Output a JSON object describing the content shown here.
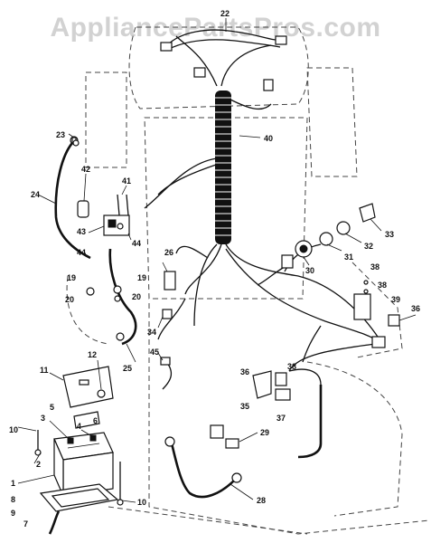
{
  "watermark": "AppliancePartsPros.com",
  "callouts": {
    "c1": "1",
    "c2": "2",
    "c3": "3",
    "c4": "4",
    "c5": "5",
    "c6": "6",
    "c7": "7",
    "c8": "8",
    "c9": "9",
    "c10a": "10",
    "c10b": "10",
    "c11": "11",
    "c12": "12",
    "c19a": "19",
    "c19b": "19",
    "c20a": "20",
    "c20b": "20",
    "c22": "22",
    "c23": "23",
    "c24": "24",
    "c25": "25",
    "c26": "26",
    "c28": "28",
    "c29": "29",
    "c30": "30",
    "c31": "31",
    "c32": "32",
    "c33": "33",
    "c34": "34",
    "c35": "35",
    "c36a": "36",
    "c36b": "36",
    "c37": "37",
    "c38a": "38",
    "c38b": "38",
    "c38c": "38",
    "c39": "39",
    "c40": "40",
    "c41": "41",
    "c42": "42",
    "c43": "43",
    "c44a": "44",
    "c44b": "44",
    "c45": "45"
  }
}
